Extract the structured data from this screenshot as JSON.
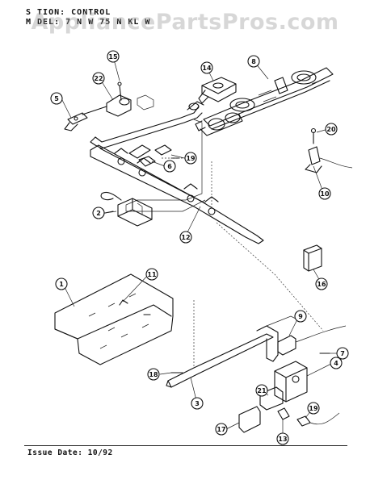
{
  "header": {
    "line1": "S  TION:   CONTROL",
    "line2": "M DEL:   7    N  W    75    N KL W"
  },
  "watermark": "AppliancePartsPros.com",
  "footer": {
    "issue_date": "Issue Date: 10/92"
  },
  "callouts": [
    "15",
    "22",
    "5",
    "14",
    "8",
    "20",
    "6",
    "19",
    "10",
    "2",
    "12",
    "16",
    "1",
    "11",
    "9",
    "7",
    "4",
    "18",
    "3",
    "21",
    "19",
    "17",
    "13"
  ]
}
